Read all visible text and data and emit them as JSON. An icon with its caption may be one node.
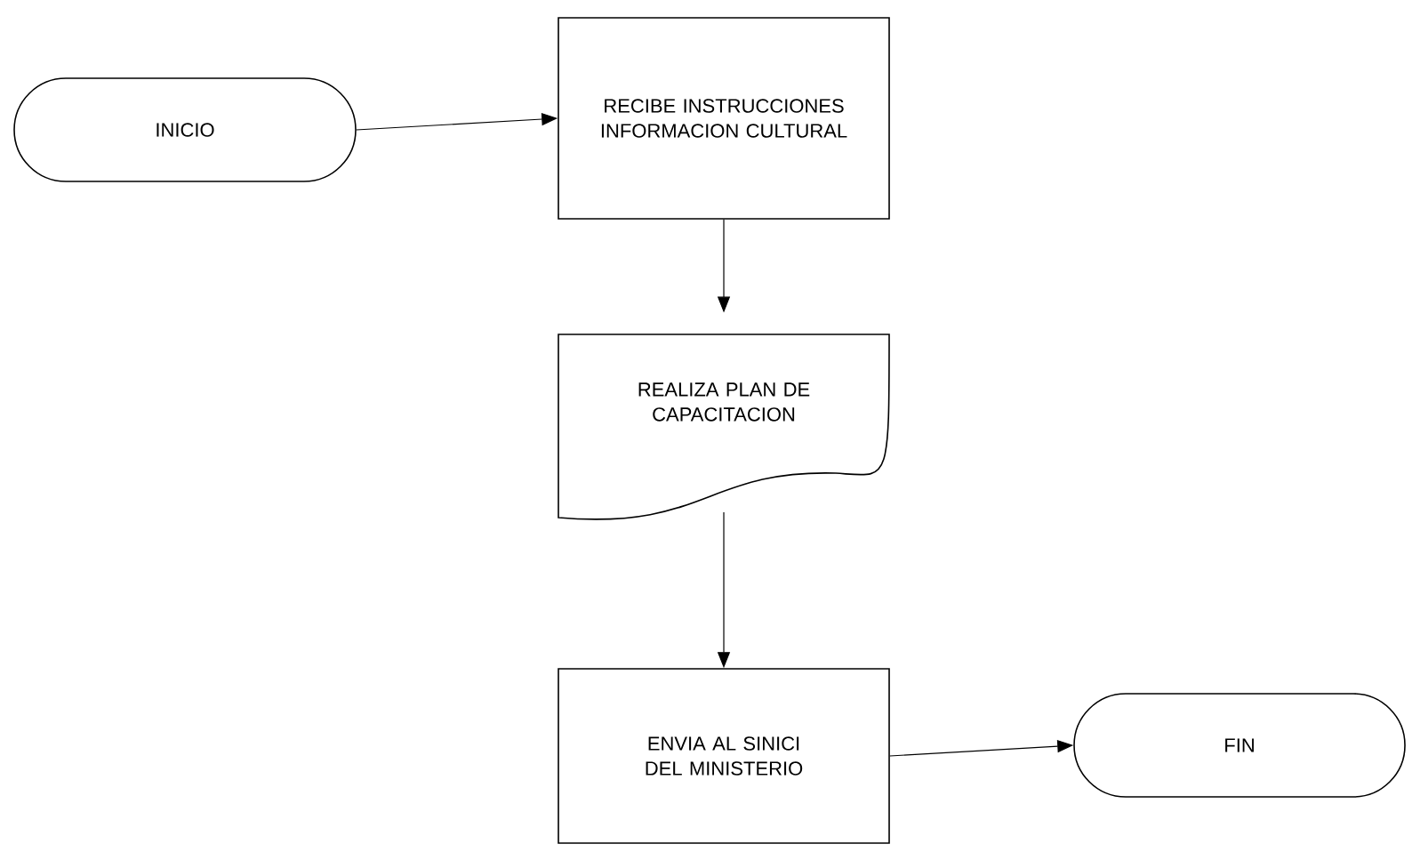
{
  "diagram": {
    "nodes": [
      {
        "text": [
          "INICIO"
        ]
      },
      {
        "text": [
          "RECIBE INSTRUCCIONES INFORMACION CULTURAL"
        ]
      },
      {
        "text": [
          "REALIZA PLAN DE CAPACITACION"
        ]
      },
      {
        "text": [
          "ENVIA AL SINICI DEL MINISTERIO"
        ]
      },
      {
        "text": [
          "FIN"
        ]
      }
    ],
    "edges": [
      {
        "from": 0,
        "to": 1,
        "arrow": "to"
      },
      {
        "from": 1,
        "to": 2,
        "arrow": "to"
      },
      {
        "from": 2,
        "to": 3,
        "arrow": "to"
      },
      {
        "from": 3,
        "to": 4,
        "arrow": "to"
      }
    ]
  }
}
